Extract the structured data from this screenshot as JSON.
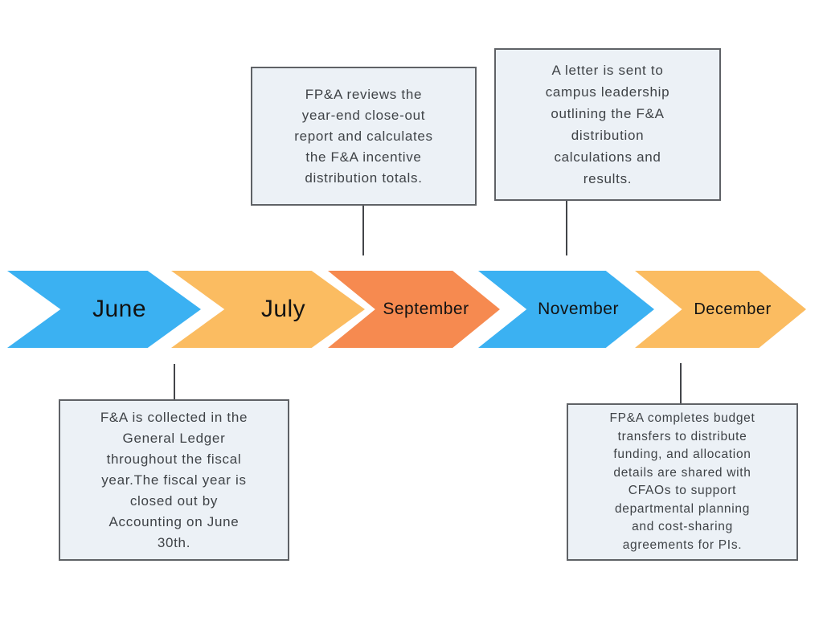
{
  "timeline": {
    "months": [
      {
        "label": "June",
        "color": "#3BB1F2"
      },
      {
        "label": "July",
        "color": "#FBBC61"
      },
      {
        "label": "September",
        "color": "#F68A50"
      },
      {
        "label": "November",
        "color": "#3BB1F2"
      },
      {
        "label": "December",
        "color": "#FBBC61"
      }
    ]
  },
  "callouts": {
    "top_left": "FP&A reviews the\nyear-end close-out\nreport and calculates\nthe F&A incentive\ndistribution totals.",
    "top_right": "A letter is sent to\ncampus leadership\noutlining the F&A\ndistribution\ncalculations and\nresults.",
    "bottom_left": "F&A is collected in the\nGeneral Ledger\nthroughout the fiscal\nyear.The fiscal year is\nclosed out by\nAccounting on June\n30th.",
    "bottom_right": "FP&A completes budget\ntransfers to distribute\nfunding, and allocation\ndetails are shared with\nCFAOs to support\ndepartmental planning\nand cost-sharing\nagreements for PIs."
  },
  "colors": {
    "background": "#FFFFFF",
    "callout_bg": "#ECF1F6",
    "callout_border": "#5F6266",
    "connector": "#434549",
    "month_text": "#121212",
    "callout_text": "#3F4347"
  }
}
